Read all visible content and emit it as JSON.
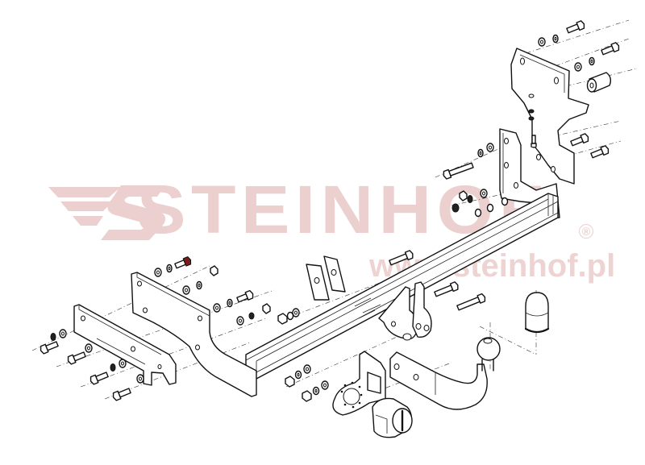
{
  "diagram": {
    "type": "exploded-assembly-drawing",
    "subject": "tow bar (towing hitch) installation kit",
    "watermark": {
      "brand": "STEINHOF",
      "registered_mark": "®",
      "url": "www.steinhof.pl",
      "color": "#eccfcf"
    },
    "line_color": "#111111",
    "background": "#ffffff",
    "components": [
      {
        "id": "upper-right-bracket",
        "label": "upper mounting bracket (right)"
      },
      {
        "id": "spacer-sleeve",
        "label": "spacer sleeve"
      },
      {
        "id": "right-side-plate",
        "label": "right side plate"
      },
      {
        "id": "main-crossbar",
        "label": "main cross beam"
      },
      {
        "id": "left-side-plate",
        "label": "left side plate"
      },
      {
        "id": "left-channel-bracket",
        "label": "left channel bracket"
      },
      {
        "id": "center-clamp-plates",
        "label": "center clamp plates"
      },
      {
        "id": "ball-neck-socket",
        "label": "ball neck mount"
      },
      {
        "id": "tow-ball-arm",
        "label": "tow ball arm"
      },
      {
        "id": "ball-cap",
        "label": "tow ball cap"
      },
      {
        "id": "socket-plate",
        "label": "electrical socket plate"
      },
      {
        "id": "electrical-socket",
        "label": "electrical socket"
      },
      {
        "id": "bolts",
        "label": "bolts"
      },
      {
        "id": "washers",
        "label": "washers"
      },
      {
        "id": "nuts",
        "label": "nuts"
      }
    ]
  }
}
